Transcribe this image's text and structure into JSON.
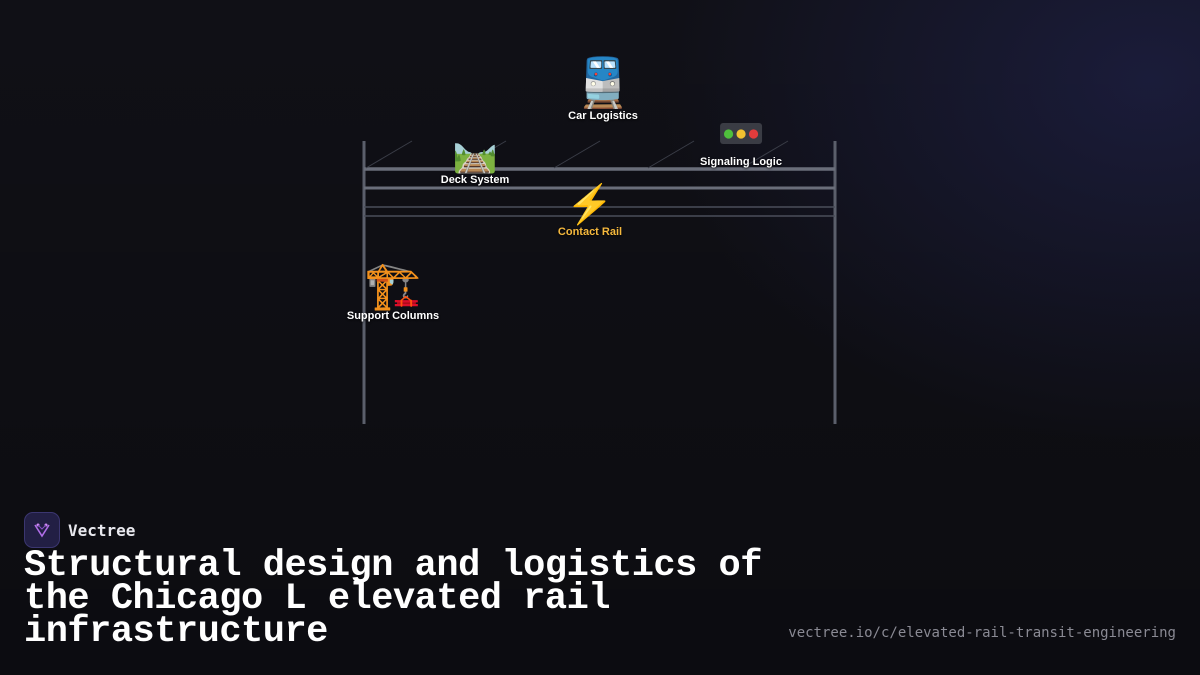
{
  "brand": {
    "name": "Vectree"
  },
  "title": "Structural design and logistics of the Chicago L elevated rail infrastructure",
  "url": "vectree.io/c/elevated-rail-transit-engineering",
  "nodes": [
    {
      "key": "car",
      "icon": "train-icon",
      "emoji": "🚆",
      "label": "Car Logistics",
      "color": "#ffffff"
    },
    {
      "key": "signal",
      "icon": "traffic-light-icon",
      "label": "Signaling Logic",
      "color": "#ffffff"
    },
    {
      "key": "deck",
      "icon": "railway-track-icon",
      "emoji": "🛤️",
      "label": "Deck System",
      "color": "#ffffff"
    },
    {
      "key": "rail",
      "icon": "lightning-icon",
      "emoji": "⚡",
      "label": "Contact Rail",
      "color": "#f5b83d"
    },
    {
      "key": "columns",
      "icon": "crane-icon",
      "emoji": "🏗️",
      "label": "Support Columns",
      "color": "#ffffff"
    }
  ],
  "colors": {
    "structure": "#5b5f6b",
    "rail_accent": "#f5b83d",
    "background": "#101016",
    "logo_glyph": "#b06ee8"
  }
}
